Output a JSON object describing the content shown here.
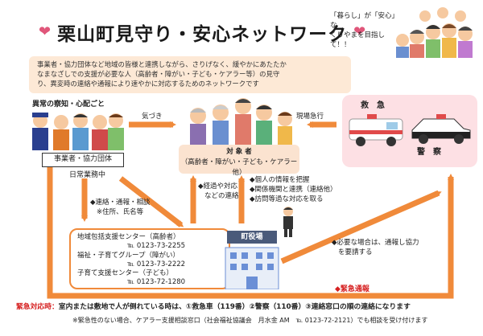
{
  "header": {
    "title": "栗山町見守り・安心ネットワーク",
    "slogan_line1": "「暮らし」が「安心」な",
    "slogan_line2": "くりやまを目指して！！"
  },
  "intro": {
    "line1": "事業者・協力団体など地域の皆様と連携しながら、さりげなく、緩やかにあたたか",
    "line2": "なまなざしでの支援が必要な人（高齢者・障がい・子ども・ケアラー等）の見守",
    "line3": "り、異変時の連絡や通報により速やかに対応するためのネットワークです"
  },
  "business": {
    "heading": "異常の察知・心配ごと",
    "tag": "事業者・協力団体",
    "daily": "日常業務中"
  },
  "arrows": {
    "notice": "気づき",
    "rush": "現場急行",
    "contact_list": "◆連絡・通報・相談",
    "contact_note": "※住所、氏名等",
    "via": "◆経過や対応",
    "via2": "などの連絡",
    "town_action1": "◆個人の情報を把握",
    "town_action2": "◆関係機関と連携（連絡他）",
    "town_action3": "◆訪問等過な対応を取る",
    "emergency_req1": "◆必要な場合は、通報し協力",
    "emergency_req2": "を要請する",
    "emergency_report": "◆緊急通報"
  },
  "target": {
    "label": "対 象 者",
    "sub": "（高齢者・障がい・子ども・ケアラー他）"
  },
  "emergency": {
    "ambulance": "救　急",
    "police": "警　察"
  },
  "center": {
    "row1": "地域包括支援センター（高齢者）",
    "tel1": "℡ 0123-73-2255",
    "row2": "福祉・子育てグループ（障がい）",
    "tel2": "℡ 0123-73-2222",
    "row3": "子育て支援センター（子ども）",
    "tel3": "℡ 0123-72-1280",
    "town_hall": "町役場"
  },
  "footer": {
    "emergency_label": "緊急対応時：",
    "emergency_text": "室内または敷地で人が倒れている時は、①救急車（119番）②警察（110番）③連絡窓口の順の連絡になります",
    "note": "※緊急性のない場合、ケアラー支援相談窓口（社会福祉協議会　月水金 AM　℡ 0123-72-2121）でも相談を受け付けます"
  },
  "colors": {
    "arrow": "#f08a3a",
    "heart": "#e0567a",
    "intro_bg": "#fde9d6",
    "emergency_bg": "#fde0e4",
    "emergency_text": "#d62020"
  }
}
